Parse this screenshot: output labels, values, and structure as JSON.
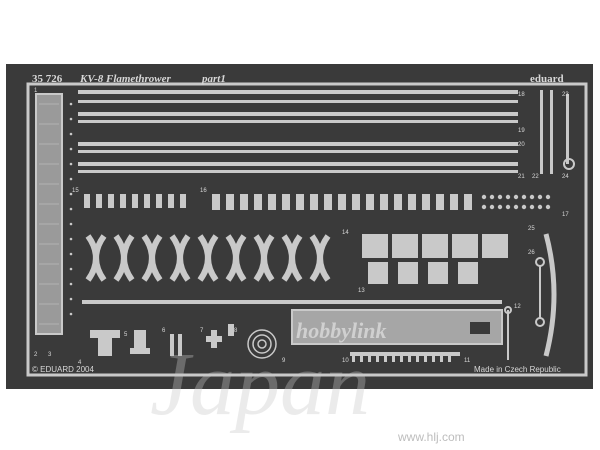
{
  "fret": {
    "product_code": "35 726",
    "title": "KV-8 Flamethrower",
    "part": "part1",
    "brand": "eduard",
    "copyright": "© EDUARD 2004",
    "origin": "Made in Czech Republic",
    "part_numbers": [
      "1",
      "2",
      "3",
      "4",
      "5",
      "6",
      "7",
      "8",
      "9",
      "10",
      "11",
      "12",
      "13",
      "14",
      "15",
      "16",
      "17",
      "18",
      "19",
      "20",
      "21",
      "22",
      "23",
      "24",
      "25",
      "26"
    ]
  },
  "watermark": {
    "text": "Japan",
    "overlay": "hobbylink",
    "url": "www.hlj.com"
  },
  "colors": {
    "fret_bg": "#3a3a3a",
    "metal": "#c9c9c9",
    "metal_dark": "#9a9a9a",
    "label": "#d8d8d8",
    "watermark": "#c8c8c8"
  }
}
